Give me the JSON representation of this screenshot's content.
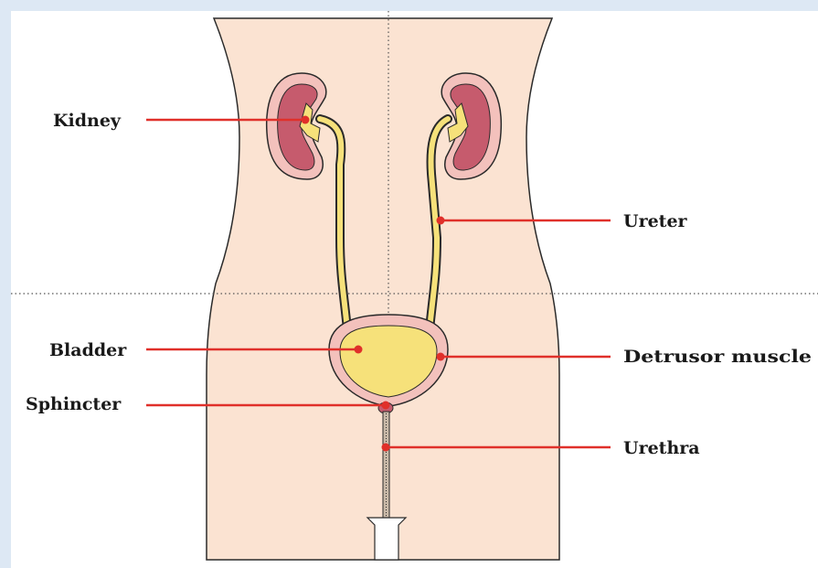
{
  "diagram": {
    "labels": {
      "kidney": "Kidney",
      "ureter": "Ureter",
      "bladder": "Bladder",
      "detrusor_muscle": "Detrusor muscle",
      "sphincter": "Sphincter",
      "urethra": "Urethra"
    },
    "colors": {
      "background": "#dde8f4",
      "body": "#fbe3d2",
      "kidney": "#c65b6d",
      "urine": "#f6e17a",
      "pointer": "#e0302a"
    }
  }
}
